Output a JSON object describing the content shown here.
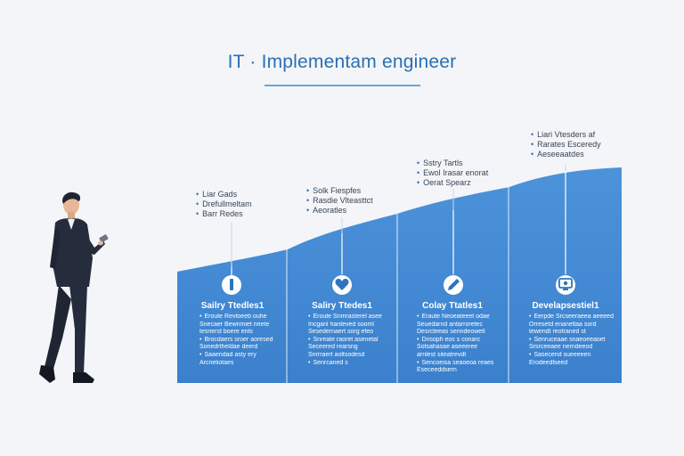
{
  "title": "IT · Implementam engineer",
  "colors": {
    "accent": "#2b6fb3",
    "panel": "#3f87d2",
    "panel_dark": "#2f74bd",
    "background": "#f3f5f8"
  },
  "stages": [
    {
      "icon": "bar-icon",
      "title": "Sailry Ttedles1",
      "bullets": [
        "Liar Gads",
        "Drefullmeltam",
        "Barr Redes"
      ],
      "lines": [
        {
          "text": "Eroute Revtoeeb ouhe",
          "bullet": true
        },
        {
          "text": "Snecaer Bewnmiet nriete",
          "bullet": false
        },
        {
          "text": "tesnerst boere ents",
          "bullet": false
        },
        {
          "text": "Brocdaers sroer aoresed",
          "bullet": true
        },
        {
          "text": "Sonedrtheldae deerd",
          "bullet": false
        },
        {
          "text": "Saaendad asty ery",
          "bullet": true
        },
        {
          "text": "Arcneliotaes",
          "bullet": false
        }
      ]
    },
    {
      "icon": "heart-icon",
      "title": "Saliry Ttedes1",
      "bullets": [
        "Solk Fiespfes",
        "Rasdie Vlteasttct",
        "Aeoratles"
      ],
      "lines": [
        {
          "text": "Eroute Snmrasterel asee",
          "bullet": true
        },
        {
          "text": "Incganl hanteved sooml",
          "bullet": false
        },
        {
          "text": "Sesedernaert sorg efeo",
          "bullet": false
        },
        {
          "text": "Snreate raoret asenetal",
          "bullet": true
        },
        {
          "text": "Seceered rearsrig",
          "bullet": false
        },
        {
          "text": "Snrrraert aoltsodesd",
          "bullet": false
        },
        {
          "text": "Senrcaned s",
          "bullet": true
        }
      ]
    },
    {
      "icon": "pen-icon",
      "title": "Colay Ttatles1",
      "bullets": [
        "Sstry Tartls",
        "Ewol Irasar enorat",
        "Oerat Spearz"
      ],
      "lines": [
        {
          "text": "Eraute Neoeateeet odae",
          "bullet": true
        },
        {
          "text": "Seuedarnd antarroretec",
          "bullet": false
        },
        {
          "text": "Desrcteeas senndeowetl",
          "bullet": false
        },
        {
          "text": "Dnsoph eos s conarc",
          "bullet": true
        },
        {
          "text": "Sotsahasae aseeeree",
          "bullet": false
        },
        {
          "text": "arnlest siteatrevdt",
          "bullet": false
        },
        {
          "text": "Sencoeisa seaoeoa reaes",
          "bullet": true
        },
        {
          "text": "Eseceeddsern",
          "bullet": false
        }
      ]
    },
    {
      "icon": "monitor-icon",
      "title": "Develapsestiel1",
      "bullets": [
        "Liari Vtesders af",
        "Rarates Esceredy",
        "Aeseeaatdes"
      ],
      "lines": [
        {
          "text": "Eerpde Srcseeraeea aeeeed",
          "bullet": true
        },
        {
          "text": "Orresetd enaneltaa sord",
          "bullet": false
        },
        {
          "text": "tewendt reotraned st",
          "bullet": false
        },
        {
          "text": "Senruceaae snaeoeeaoet",
          "bullet": true
        },
        {
          "text": "Srsrceeaee nerndeeod",
          "bullet": false
        },
        {
          "text": "Sasecend sueeeeen",
          "bullet": true
        },
        {
          "text": "Erodeedlseed",
          "bullet": false
        }
      ]
    }
  ]
}
